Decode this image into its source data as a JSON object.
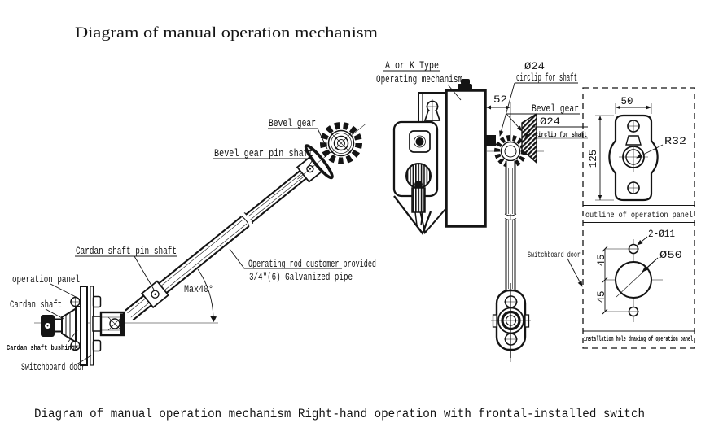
{
  "meta": {
    "background": "#ffffff",
    "ink": "#141414"
  },
  "title": "Diagram of manual operation mechanism",
  "caption": "Diagram of manual operation mechanism  Right-hand operation with frontal-installed switch",
  "left": {
    "bevel_gear": "Bevel gear",
    "bevel_gear_pin_shaft": "Bevel gear pin shaft",
    "cardan_shaft_pin_shaft": "Cardan shaft pin shaft",
    "operating_rod_line1": "Operating rod customer-provided",
    "operating_rod_line2": "3/4\"(6) Galvanized pipe",
    "max_angle": "Max40°",
    "operation_panel": "operation panel",
    "cardan_shaft": "Cardan shaft",
    "cardan_shaft_bushings": "Cardan shaft bushings",
    "switchboard_door": "Switchboard door"
  },
  "center": {
    "type_line1": "A or K Type",
    "type_line2": "Operating mechanism",
    "circlip_top_dia": "Ø24",
    "circlip_top": "circlip for shaft",
    "dim_52": "52",
    "bevel_gear": "Bevel gear",
    "circlip2_dia": "Ø24",
    "circlip2": "circlip for shaft",
    "switchboard_door": "Switchboard door"
  },
  "panel": {
    "dim_50": "50",
    "dim_125": "125",
    "r32": "R32",
    "outline_caption": "outline of operation panel",
    "holes": "2-Ø11",
    "dia_50": "Ø50",
    "dim_45_top": "45",
    "dim_45_bottom": "45",
    "install_caption": "installation hole drawing of operation panel"
  }
}
